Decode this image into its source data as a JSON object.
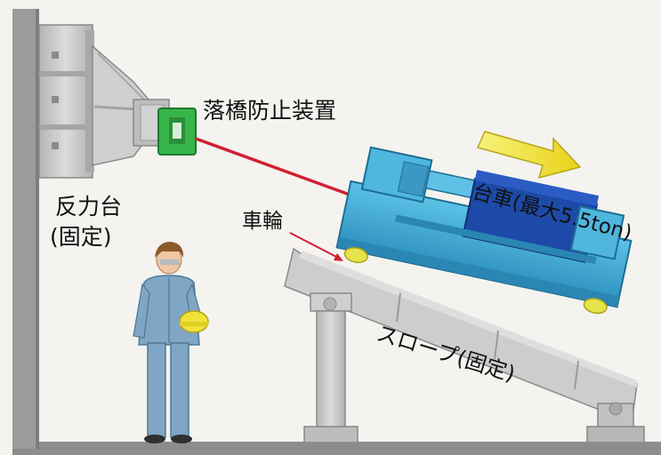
{
  "labels": {
    "reaction_base": "反力台",
    "reaction_fixed": "(固定)",
    "fall_prevention_device": "落橋防止装置",
    "cart": "台車(最大5.5ton)",
    "wheel": "車輪",
    "slope": "スロープ(固定)"
  },
  "colors": {
    "background": "#f4f3ef",
    "wall": "#9b9b9b",
    "steel": "#c9c9c9",
    "device": "#38b54a",
    "cable": "#d21f33",
    "cart": "#36a3cf",
    "cart_dark": "#1d4aa8",
    "wheel": "#e6e24a",
    "arrow": "#f3ee3a",
    "worker": "#7fa6c4"
  }
}
